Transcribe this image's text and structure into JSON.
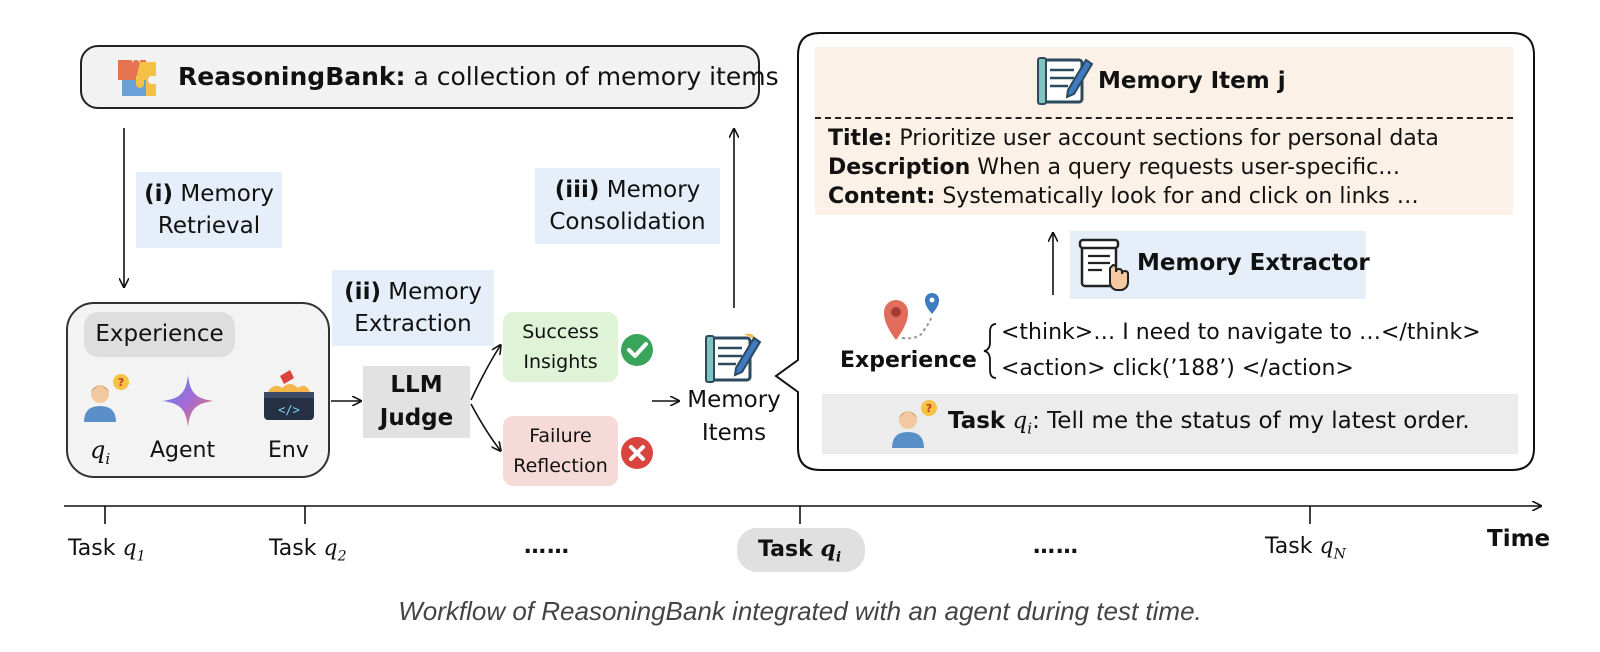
{
  "bank": {
    "name": "ReasoningBank:",
    "desc": "a collection of memory items"
  },
  "steps": {
    "retrieval": {
      "num": "(i)",
      "line1": "Memory",
      "line2": "Retrieval"
    },
    "extraction": {
      "num": "(ii)",
      "line1": "Memory",
      "line2": "Extraction"
    },
    "consolidation": {
      "num": "(iii)",
      "line1": "Memory",
      "line2": "Consolidation"
    }
  },
  "experience": {
    "tag": "Experience",
    "query": "q",
    "query_sub": "i",
    "agent": "Agent",
    "env": "Env"
  },
  "judge": {
    "line1": "LLM",
    "line2": "Judge"
  },
  "outcomes": {
    "success": {
      "line1": "Success",
      "line2": "Insights"
    },
    "failure": {
      "line1": "Failure",
      "line2": "Reflection"
    }
  },
  "memory_items": {
    "line1": "Memory",
    "line2": "Items"
  },
  "memory_item": {
    "title": "Memory Item j",
    "title_label": "Title:",
    "title_value": "Prioritize user account sections for personal data",
    "desc_label": "Description",
    "desc_value": "When a query requests user-specific…",
    "content_label": "Content:",
    "content_value": "Systematically look for and click on links …"
  },
  "extractor": {
    "label": "Memory Extractor"
  },
  "trajectory": {
    "label": "Experience",
    "think": "<think>… I need to navigate to …</think>",
    "action": "<action> click(’188’) </action>"
  },
  "task": {
    "label": "Task",
    "var": "q",
    "var_sub": "i",
    "text": ": Tell me the status of my latest order."
  },
  "timeline": {
    "axis_label": "Time",
    "ticks": [
      {
        "label": "Task",
        "var": "q",
        "sub": "1"
      },
      {
        "label": "Task",
        "var": "q",
        "sub": "2"
      },
      {
        "label": "Task",
        "var": "q",
        "sub": "i"
      },
      {
        "label": "Task",
        "var": "q",
        "sub": "N"
      }
    ],
    "ellipsis": "……"
  },
  "caption": "Workflow of ReasoningBank integrated with an agent during test time.",
  "colors": {
    "step_bg": "#e6eff9",
    "success_bg": "#dff3d6",
    "failure_bg": "#f6dad7",
    "panel_bg": "#fbf1e6",
    "check": "#3aa55a",
    "cross": "#d9443f"
  }
}
